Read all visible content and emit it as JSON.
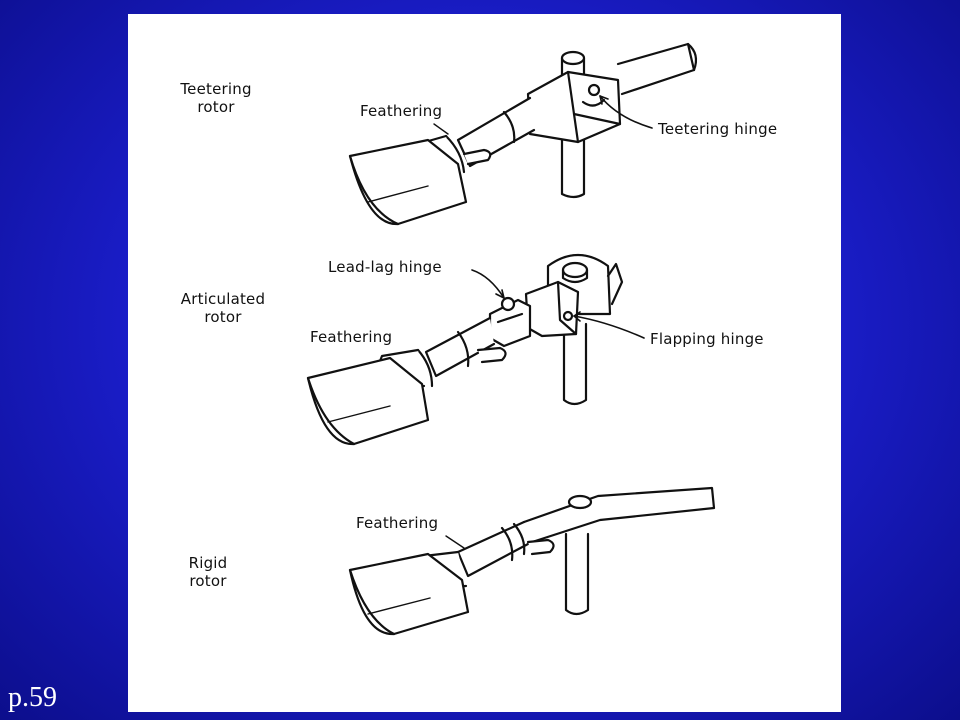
{
  "slide": {
    "page_number": "p.59"
  },
  "figure": {
    "sections": [
      {
        "title": "Teetering\nrotor",
        "labels": [
          "Feathering",
          "Teetering hinge"
        ]
      },
      {
        "title": "Articulated\nrotor",
        "labels": [
          "Lead-lag hinge",
          "Feathering",
          "Flapping hinge"
        ]
      },
      {
        "title": "Rigid\nrotor",
        "labels": [
          "Feathering"
        ]
      }
    ]
  },
  "colors": {
    "background": "#1c1fd0",
    "panel": "#ffffff",
    "ink": "#111111",
    "page_number": "#ffffff"
  }
}
